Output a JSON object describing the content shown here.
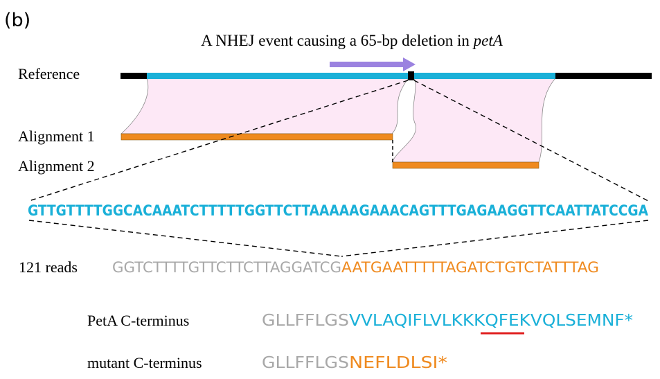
{
  "panel_label": "(b)",
  "title": {
    "prefix": "A NHEJ event causing a 65-bp deletion in ",
    "gene": "petA"
  },
  "track_labels": {
    "reference": "Reference",
    "alignment1": "Alignment 1",
    "alignment2": "Alignment 2"
  },
  "reference_sequence": "GTTGTTTTGGCACAAATCTTTTTGGTTCTTAAAAAGAAACAGTTTGAGAAGGTTCAATTATCCGA",
  "reads": {
    "label": "121 reads",
    "left_seq": "GGTCTTTTGTTCTTCTTAGGATCG",
    "right_seq": "AATGAATTTTTAGATCTGTCTATTTAG"
  },
  "peptides": {
    "wildtype": {
      "label": "PetA C-terminus",
      "conserved": "GLLFFLGS",
      "variable": "VVLAQIFLVLKKKQFEKVQLSEMNF*",
      "underlined": "KQFE"
    },
    "mutant": {
      "label": "mutant C-terminus",
      "conserved": "GLLFFLGS",
      "variable": "NEFLDLSI*"
    }
  },
  "colors": {
    "reference_line": "#000000",
    "gene_region": "#1ab0d8",
    "alignment_bar": "#ef8a1f",
    "homology_fill": "#fde8f6",
    "arrow": "#9b82e0",
    "underline": "#e02020",
    "grey_text": "#a8a8a8",
    "blue_text": "#1ab0d8",
    "orange_text": "#ef8a1f"
  }
}
